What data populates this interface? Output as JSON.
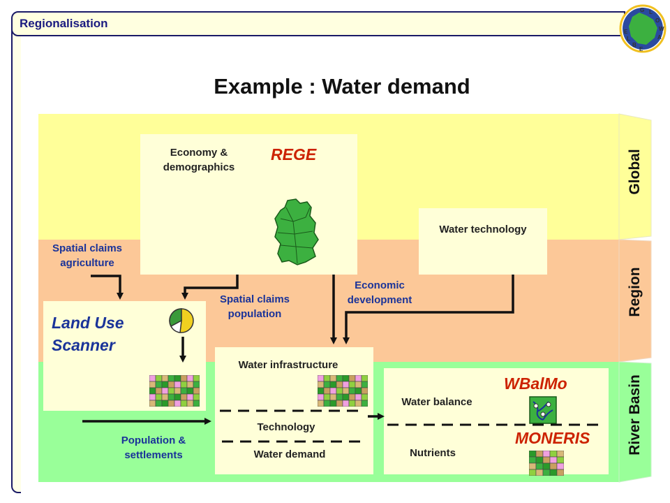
{
  "header": {
    "title": "Regionalisation"
  },
  "logo": {
    "letters": "G L O W A E L B E",
    "icon": "glowa-elbe-logo-icon"
  },
  "main_title": "Example : Water demand",
  "levels": {
    "global": "Global",
    "region": "Region",
    "river_basin": "River Basin"
  },
  "rege_box": {
    "model": "REGE",
    "label": "Economy & demographics",
    "icon": "germany-map-icon"
  },
  "water_technology": {
    "label": "Water technology"
  },
  "spatial_claims_agriculture": "Spatial claims agriculture",
  "spatial_claims_population": "Spatial claims population",
  "economic_development": "Economic development",
  "land_use_scanner": {
    "model": "Land Use Scanner",
    "icons": [
      "pie-chart-icon",
      "land-use-grid-icon"
    ]
  },
  "water_infra_box": {
    "title": "Water infrastructure",
    "technology": "Technology",
    "water_demand": "Water demand"
  },
  "population_settlements": "Population & settlements",
  "wbalmo_box": {
    "model_top": "WBalMo",
    "model_bottom": "MONERIS",
    "water_balance": "Water balance",
    "nutrients": "Nutrients"
  },
  "colors": {
    "global": "#ffff99",
    "region": "#fcc898",
    "river_basin": "#99ff99",
    "box": "#ffffd8",
    "model_red": "#cc2200",
    "label_blue": "#1a3399"
  }
}
